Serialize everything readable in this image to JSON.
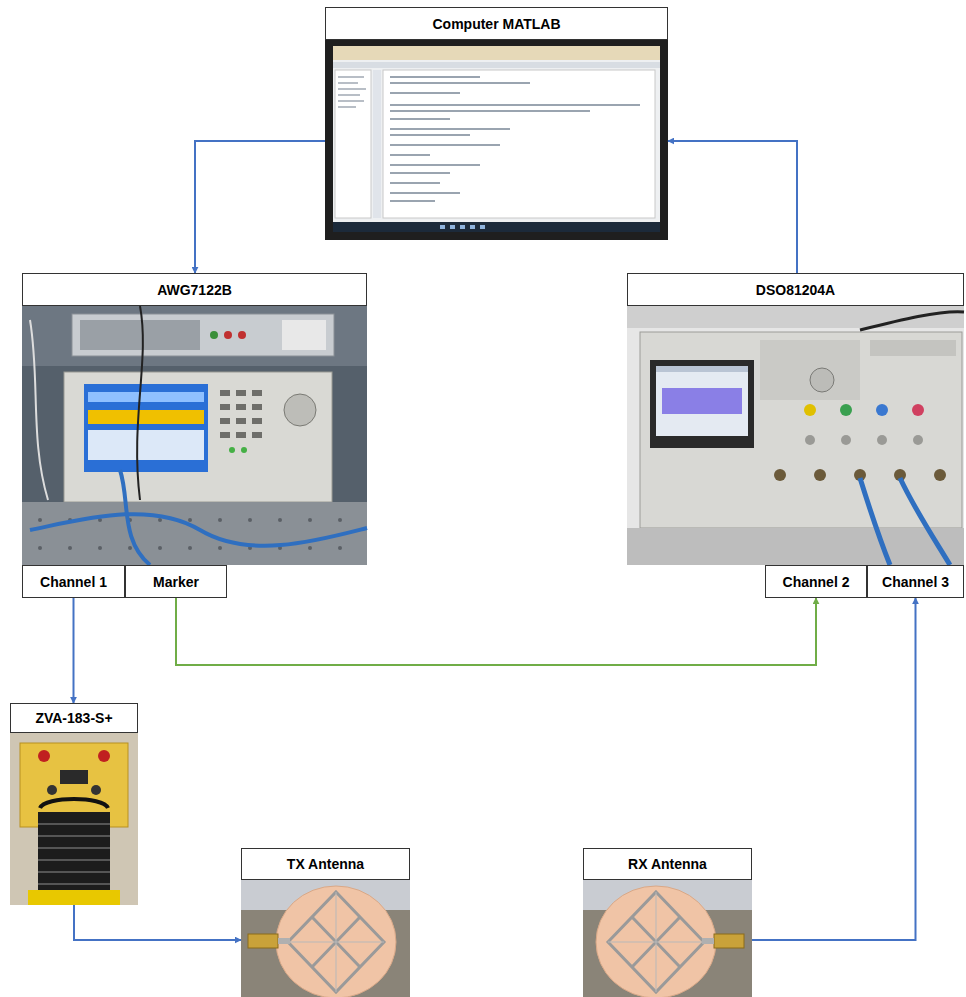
{
  "diagram": {
    "nodes": [
      {
        "text": [
          "Computer MATLAB"
        ]
      },
      {
        "text": [
          "AWG7122B"
        ]
      },
      {
        "text": [
          "Channel 1"
        ]
      },
      {
        "text": [
          "Marker"
        ]
      },
      {
        "text": [
          "DSO81204A"
        ]
      },
      {
        "text": [
          "Channel 2"
        ]
      },
      {
        "text": [
          "Channel 3"
        ]
      },
      {
        "text": [
          "ZVA-183-S+"
        ]
      },
      {
        "text": [
          "TX Antenna"
        ]
      },
      {
        "text": [
          "RX Antenna"
        ]
      }
    ],
    "edges": [
      {
        "from": 0,
        "to": 1,
        "arrow": "to"
      },
      {
        "from": 4,
        "to": 0,
        "arrow": "to"
      },
      {
        "from": 2,
        "to": 7,
        "arrow": "to"
      },
      {
        "from": 3,
        "to": 5,
        "arrow": "to"
      },
      {
        "from": 7,
        "to": 8,
        "arrow": "to"
      },
      {
        "from": 9,
        "to": 6,
        "arrow": "to"
      }
    ]
  }
}
